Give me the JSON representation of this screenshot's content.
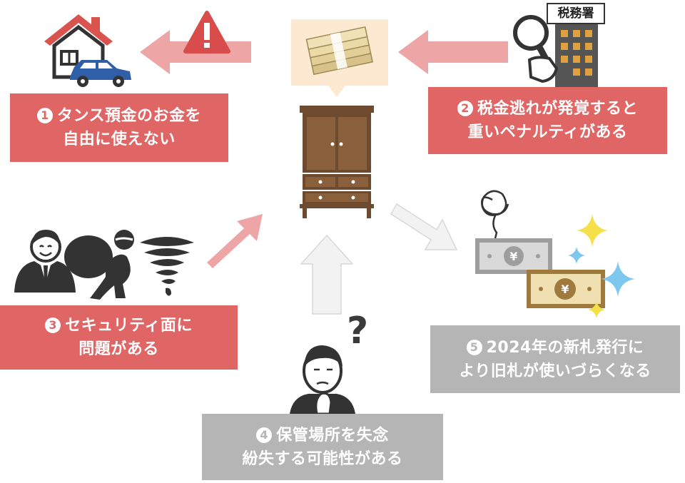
{
  "colors": {
    "accent_red": "#e06666",
    "accent_gray": "#b5b5b5",
    "arrow_red": "#e8a0a0",
    "arrow_gray": "#f0f0f0"
  },
  "boxes": [
    {
      "id": "1",
      "num": "1",
      "lines": [
        "タンス預金のお金を",
        "自由に使えない"
      ]
    },
    {
      "id": "2",
      "num": "2",
      "lines": [
        "税金逃れが発覚すると",
        "重いペナルティがある"
      ]
    },
    {
      "id": "3",
      "num": "3",
      "lines": [
        "セキュリティ面に",
        "問題がある"
      ]
    },
    {
      "id": "4",
      "num": "4",
      "lines": [
        "保管場所を失念",
        "紛失する可能性がある"
      ]
    },
    {
      "id": "5",
      "num": "5",
      "lines": [
        "2024年の新札発行に",
        "より旧札が使いづらくなる"
      ]
    }
  ],
  "tax_office_label": "税務署",
  "question_mark": "?",
  "icons": [
    "house-icon",
    "car-icon",
    "warning-icon",
    "money-stack-icon",
    "wardrobe-icon",
    "tax-office-building-icon",
    "magnifier-icon",
    "businessman-icon",
    "thief-icon",
    "tornado-icon",
    "confused-man-icon",
    "old-banknote-icon",
    "new-banknote-icon",
    "sparkle-icon"
  ]
}
